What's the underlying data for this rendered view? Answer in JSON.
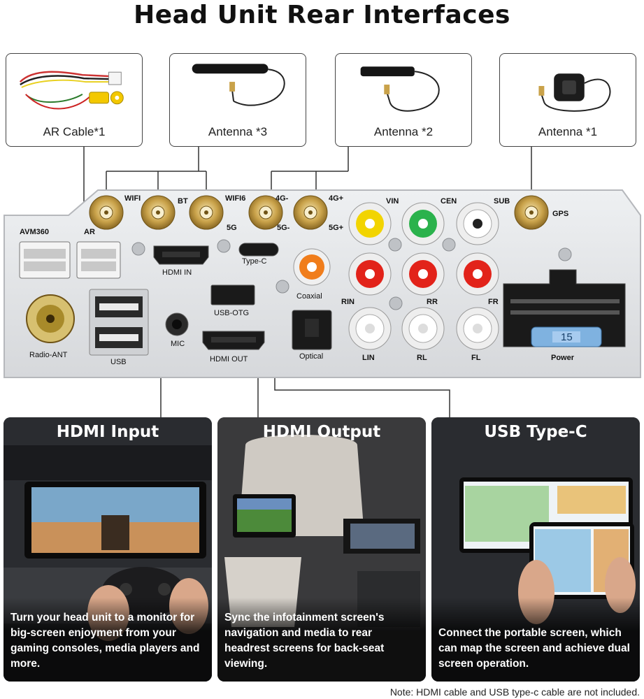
{
  "title": "Head Unit Rear Interfaces",
  "accessories": [
    {
      "label": "AR Cable*1"
    },
    {
      "label": "Antenna *3"
    },
    {
      "label": "Antenna *2"
    },
    {
      "label": "Antenna *1"
    }
  ],
  "panel_labels": {
    "avm360": "AVM360",
    "ar": "AR",
    "radio_ant": "Radio-ANT",
    "usb": "USB",
    "mic": "MIC",
    "hdmi_in": "HDMI  IN",
    "hdmi_out": "HDMI  OUT",
    "usb_otg": "USB-OTG",
    "type_c": "Type-C",
    "wifi": "WIFI",
    "bt": "BT",
    "wifi6": "WIFI6",
    "5g": "5G",
    "4g_minus": "4G-",
    "5g_minus": "5G-",
    "4g_plus": "4G+",
    "5g_plus": "5G+",
    "coaxial": "Coaxial",
    "optical": "Optical",
    "vin": "VIN",
    "cen": "CEN",
    "sub": "SUB",
    "gps": "GPS",
    "rin": "RIN",
    "rr": "RR",
    "fr": "FR",
    "lin": "LIN",
    "rl": "RL",
    "fl": "FL",
    "power": "Power",
    "fuse": "15"
  },
  "features": [
    {
      "title": "HDMI Input",
      "desc": "Turn your head unit to a monitor for big-screen enjoyment from your gaming consoles, media players and more."
    },
    {
      "title": "HDMI Output",
      "desc": "Sync the infotainment screen's navigation and media to rear headrest screens for back-seat viewing."
    },
    {
      "title": "USB Type-C",
      "desc": "Connect the portable screen, which can map the screen and achieve dual screen operation."
    }
  ],
  "note": "Note: HDMI cable and USB type-c cable are not included.",
  "colors": {
    "rca_yellow": "#f2d400",
    "rca_green": "#2bb24c",
    "rca_red": "#e2231a",
    "rca_white": "#ffffff",
    "coax_orange": "#f07d1b",
    "fuse_blue": "#7fb2e0",
    "panel": "#e2e3e5",
    "gold": "#c9a24a"
  }
}
